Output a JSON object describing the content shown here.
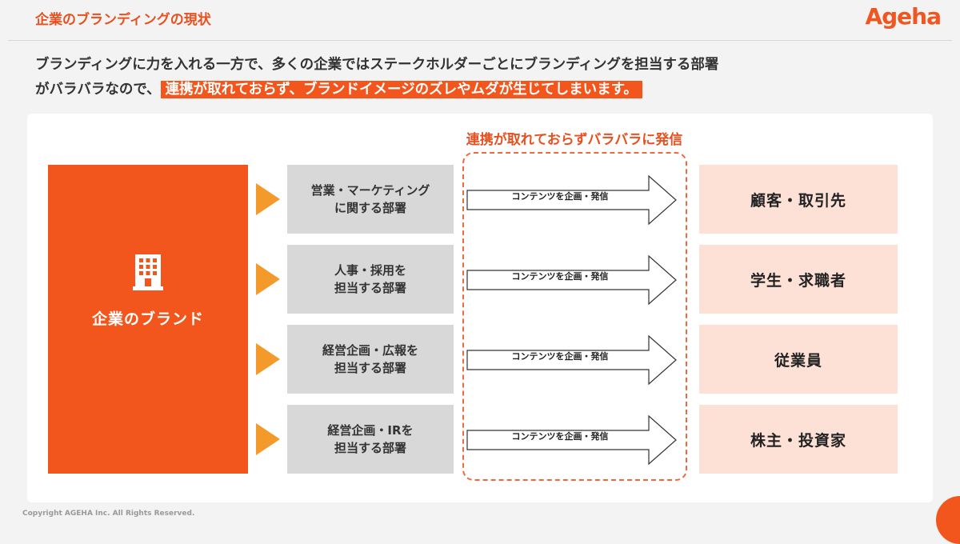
{
  "header": {
    "title": "企業のブランディングの現状",
    "logo_text": "Ageha"
  },
  "lead": {
    "line1": "ブランディングに力を入れる一方で、多くの企業ではステークホルダーごとにブランディングを担当する部署",
    "line2_plain": "がバラバラなので、",
    "line2_highlight": "連携が取れておらず、ブランドイメージのズレやムダが生じてしまいます。"
  },
  "diagram": {
    "dashed_label": "連携が取れておらずバラバラに発信",
    "brand": {
      "icon": "building-icon",
      "label": "企業のブランド"
    },
    "rows": [
      {
        "dept_line1": "営業・マーケティング",
        "dept_line2": "に関する部署",
        "arrow_label": "コンテンツを企画・発信",
        "target": "顧客・取引先"
      },
      {
        "dept_line1": "人事・採用を",
        "dept_line2": "担当する部署",
        "arrow_label": "コンテンツを企画・発信",
        "target": "学生・求職者"
      },
      {
        "dept_line1": "経営企画・広報を",
        "dept_line2": "担当する部署",
        "arrow_label": "コンテンツを企画・発信",
        "target": "従業員"
      },
      {
        "dept_line1": "経営企画・IRを",
        "dept_line2": "担当する部署",
        "arrow_label": "コンテンツを企画・発信",
        "target": "株主・投資家"
      }
    ]
  },
  "footer": {
    "copyright": "Copyright AGEHA Inc. All Rights Reserved."
  },
  "colors": {
    "accent": "#f2561d",
    "triangle": "#f39a2a",
    "dept_bg": "#d8d8d8",
    "target_bg": "#fde0d6"
  }
}
